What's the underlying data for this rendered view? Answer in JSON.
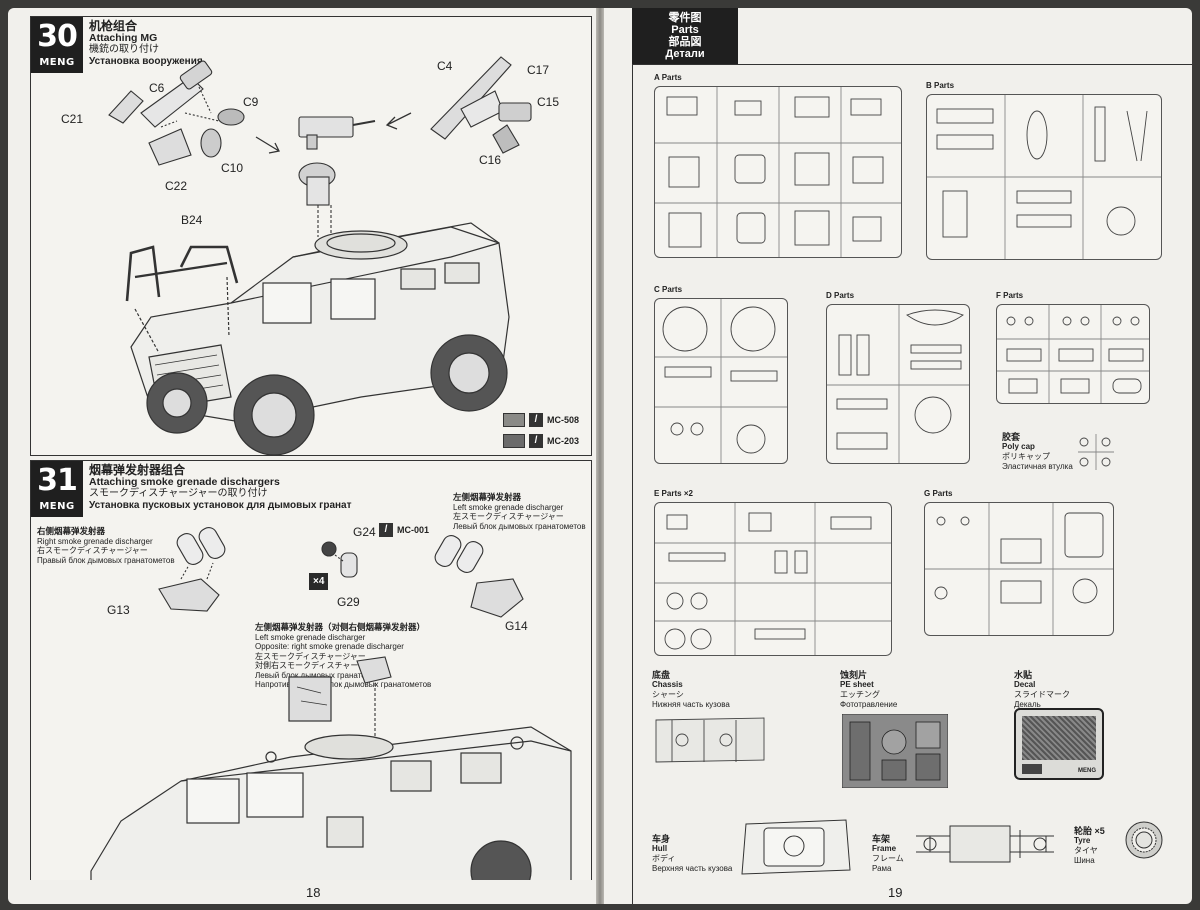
{
  "left_page": {
    "page_number": "18",
    "brand": "MENG",
    "step30": {
      "number": "30",
      "title_zh": "机枪组合",
      "title_en": "Attaching MG",
      "title_ja": "機銃の取り付け",
      "title_ru": "Установка вооружения",
      "part_labels": [
        "C6",
        "C9",
        "C21",
        "C10",
        "C22",
        "C4",
        "C17",
        "C15",
        "C16",
        "B24"
      ],
      "paints": [
        {
          "code": "MC-508",
          "color": "#8a8a87"
        },
        {
          "code": "MC-203",
          "color": "#6b6b6b"
        }
      ]
    },
    "step31": {
      "number": "31",
      "title_zh": "烟幕弹发射器组合",
      "title_en": "Attaching smoke grenade dischargers",
      "title_ja": "スモークディスチャージャーの取り付け",
      "title_ru": "Установка пусковых установок для дымовых гранат",
      "right": {
        "zh": "右侧烟幕弹发射器",
        "en": "Right smoke grenade discharger",
        "ja": "右スモークディスチャージャー",
        "ru": "Правый блок дымовых гранатометов"
      },
      "left_top": {
        "zh": "左侧烟幕弹发射器",
        "en": "Left smoke grenade discharger",
        "ja": "左スモークディスチャージャー",
        "ru": "Левый блок дымовых гранатометов"
      },
      "left_mid": {
        "zh": "左侧烟幕弹发射器（对侧右侧烟幕弹发射器）",
        "en": "Left smoke grenade discharger",
        "en2": "Opposite: right smoke grenade discharger",
        "ja": "左スモークディスチャージャー",
        "ja2": "対側右スモークディスチャージャー",
        "ru": "Левый блок дымовых гранатометов",
        "ru2": "Напротив: правый блок дымовых гранатометов"
      },
      "part_labels": [
        "G24",
        "G29",
        "G13",
        "G14"
      ],
      "paint": "MC-001",
      "multiplier": "×4"
    }
  },
  "right_page": {
    "page_number": "19",
    "header": {
      "zh": "零件图",
      "en": "Parts",
      "ja": "部品図",
      "ru": "Детали"
    },
    "sprues": {
      "a": "A Parts",
      "b": "B Parts",
      "c": "C Parts",
      "d": "D Parts",
      "f": "F Parts",
      "e": "E Parts",
      "e_mult": "×2",
      "g": "G Parts"
    },
    "poly_cap": {
      "zh": "胶套",
      "en": "Poly cap",
      "ja": "ポリキャップ",
      "ru": "Эластичная втулка"
    },
    "chassis": {
      "zh": "底盘",
      "en": "Chassis",
      "ja": "シャーシ",
      "ru": "Нижняя часть кузова"
    },
    "pe_sheet": {
      "zh": "蚀刻片",
      "en": "PE sheet",
      "ja": "エッチング",
      "ru": "Фототравление"
    },
    "decal": {
      "zh": "水贴",
      "en": "Decal",
      "ja": "スライドマーク",
      "ru": "Декаль",
      "brand": "MENG"
    },
    "hull": {
      "zh": "车身",
      "en": "Hull",
      "ja": "ボディ",
      "ru": "Верхняя часть кузова"
    },
    "frame": {
      "zh": "车架",
      "en": "Frame",
      "ja": "フレーム",
      "ru": "Рама"
    },
    "tyre": {
      "zh": "轮胎",
      "mult": "×5",
      "en": "Tyre",
      "ja": "タイヤ",
      "ru": "Шина"
    }
  }
}
